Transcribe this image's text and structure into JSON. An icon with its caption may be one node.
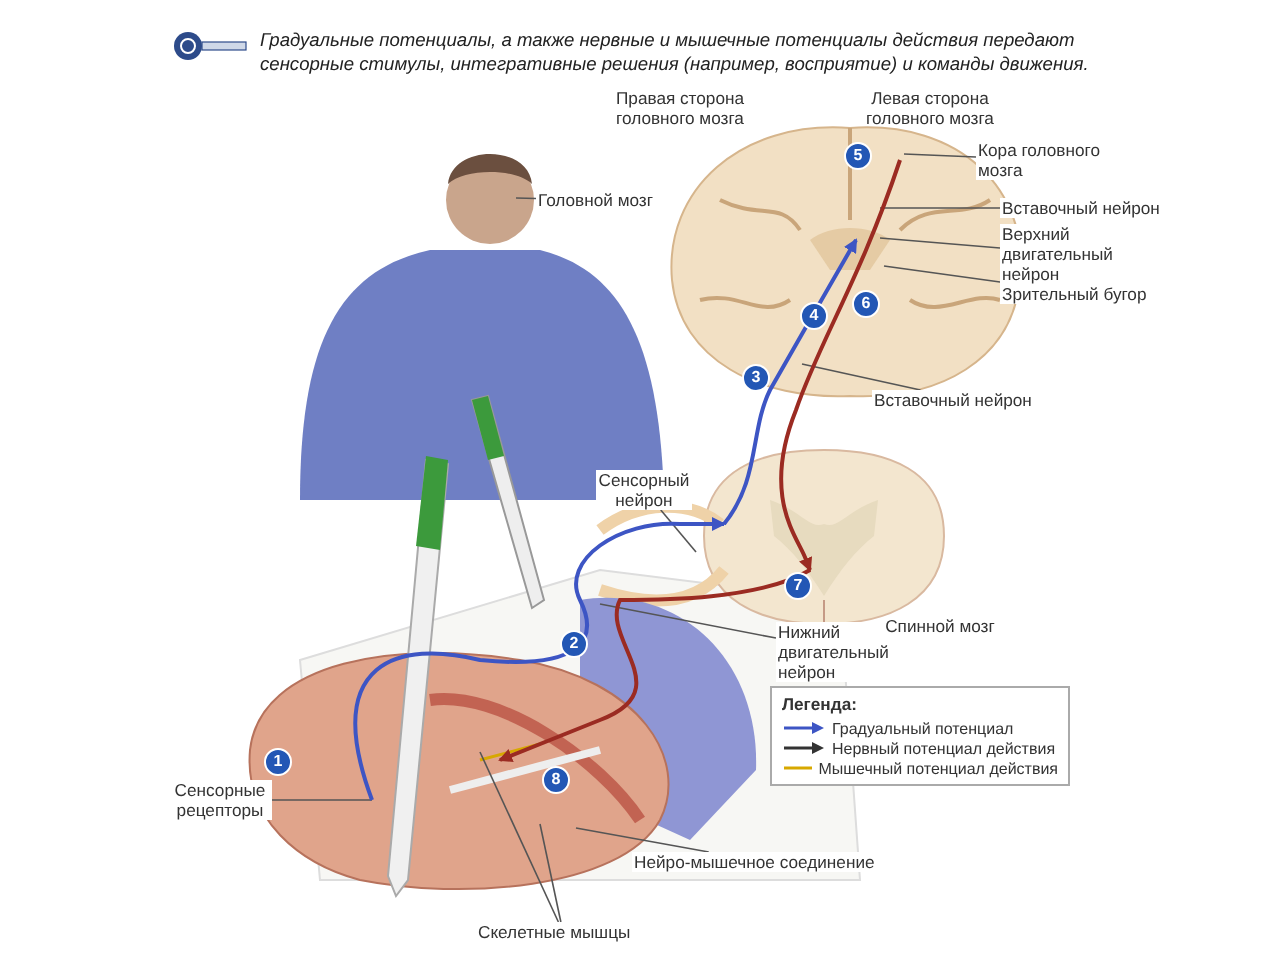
{
  "diagram": {
    "title": "Градуальные потенциалы, а также нервные и мышечные потенциалы действия передают сенсорные стимулы, интегративные решения (например, восприятие) и команды движения.",
    "nodes": [
      {
        "text": [
          "Головной мозг"
        ]
      },
      {
        "text": [
          "Кора головного мозга"
        ]
      },
      {
        "text": [
          "Вставочный нейрон"
        ]
      },
      {
        "text": [
          "Верхний двигательный нейрон"
        ]
      },
      {
        "text": [
          "Зрительный бугор"
        ]
      },
      {
        "text": [
          "Вставочный нейрон"
        ]
      },
      {
        "text": [
          "Сенсорный нейрон"
        ]
      },
      {
        "text": [
          "Нижний двигательный нейрон"
        ]
      },
      {
        "text": [
          "Сенсорные рецепторы"
        ]
      },
      {
        "text": [
          "Нейро-мышечное соединение"
        ]
      },
      {
        "text": [
          "Скелетные мышцы"
        ]
      },
      {
        "text": [],
        "shape": "person"
      },
      {
        "text": [],
        "shape": "picture"
      },
      {
        "text": [],
        "shape": "picture"
      },
      {
        "text": [],
        "shape": "picture"
      }
    ],
    "edges": [
      {
        "from": 0,
        "to": 11,
        "arrow": "none"
      },
      {
        "from": 1,
        "to": 12,
        "arrow": "none"
      },
      {
        "from": 2,
        "to": 12,
        "arrow": "none"
      },
      {
        "from": 3,
        "to": 12,
        "arrow": "none"
      },
      {
        "from": 4,
        "to": 12,
        "arrow": "none"
      },
      {
        "from": 5,
        "to": 12,
        "arrow": "none"
      },
      {
        "from": 6,
        "to": 13,
        "arrow": "none"
      },
      {
        "from": 7,
        "to": 14,
        "arrow": "none"
      },
      {
        "from": 8,
        "to": 14,
        "arrow": "none"
      },
      {
        "from": 9,
        "to": 14,
        "arrow": "none"
      },
      {
        "from": 10,
        "to": 14,
        "arrow": "none"
      },
      {
        "from": 10,
        "to": 14,
        "arrow": "none"
      },
      {
        "from": 14,
        "to": 13,
        "arrow": "to",
        "color": "#3d55c4"
      },
      {
        "from": 13,
        "to": 12,
        "arrow": "to",
        "color": "#3d55c4"
      },
      {
        "from": 12,
        "to": 13,
        "arrow": "to",
        "color": "#9b2b22"
      },
      {
        "from": 13,
        "to": 14,
        "arrow": "to",
        "color": "#9b2b22"
      }
    ],
    "labels": [
      "Правая сторона головного мозга",
      "Левая сторона головного мозга",
      "5",
      "6",
      "4",
      "3",
      "7",
      "Спинной мозг",
      "Легенда:",
      "2",
      "1",
      "8"
    ],
    "legend": [
      {
        "text": "Градуальный потенциал"
      },
      {
        "text": "Нервный потенциал действия"
      },
      {
        "text": "Мышечный потенциал действия"
      }
    ]
  }
}
